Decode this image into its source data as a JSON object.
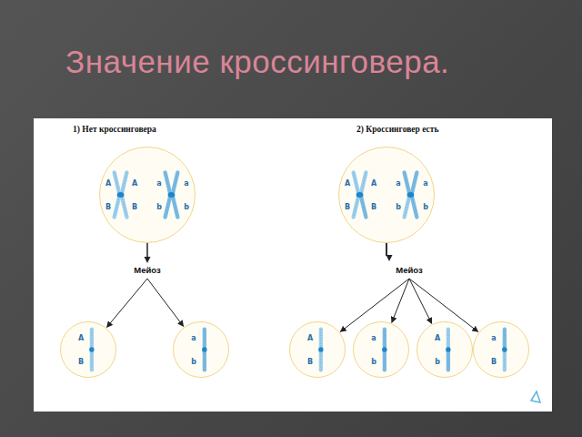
{
  "diagram": {
    "title": "Значение кроссинговера.",
    "nodes": [
      {
        "text": [
          "A",
          "A",
          "a",
          "a",
          "B",
          "B",
          "b",
          "b"
        ]
      },
      {
        "text": [
          "A",
          "A",
          "a",
          "a",
          "B",
          "B",
          "b",
          "b"
        ]
      },
      {
        "text": [
          "A",
          "B"
        ]
      },
      {
        "text": [
          "a",
          "b"
        ]
      },
      {
        "text": [
          "A",
          "B"
        ]
      },
      {
        "text": [
          "a",
          "b"
        ]
      },
      {
        "text": [
          "A",
          "b"
        ]
      },
      {
        "text": [
          "a",
          "B"
        ]
      }
    ],
    "edges": [
      {
        "from": 0,
        "to": 2,
        "arrow": "to"
      },
      {
        "from": 0,
        "to": 3,
        "arrow": "to"
      },
      {
        "from": 1,
        "to": 4,
        "arrow": "to"
      },
      {
        "from": 1,
        "to": 5,
        "arrow": "to"
      },
      {
        "from": 1,
        "to": 6,
        "arrow": "to"
      },
      {
        "from": 1,
        "to": 7,
        "arrow": "to"
      }
    ],
    "labels": [
      "1) Нет кроссинговера",
      "2) Кроссинговер есть",
      "Мейоз",
      "Мейоз"
    ]
  }
}
